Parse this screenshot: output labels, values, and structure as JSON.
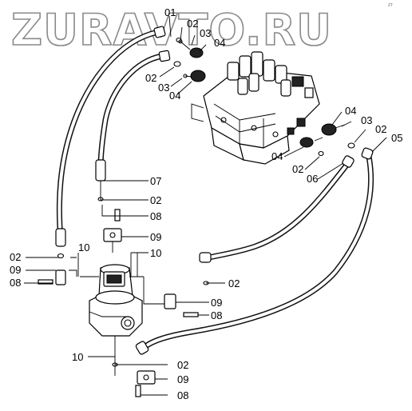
{
  "watermark": "ZURAVTO.RU",
  "corner_mark": "ZT",
  "callouts": {
    "top_01": "01",
    "top_02": "02",
    "top_03": "03",
    "top_04": "04",
    "left_02": "02",
    "left_03": "03",
    "left_04": "04",
    "right_04": "04",
    "right_03": "03",
    "right_02": "02",
    "right_05": "05",
    "mid_04": "04",
    "mid_02": "02",
    "mid_06": "06",
    "c_07": "07",
    "c_02": "02",
    "c_08": "08",
    "c_09": "09",
    "c_10": "10",
    "l_02": "02",
    "l_10": "10",
    "l_09": "09",
    "l_08": "08",
    "r_02": "02",
    "r_09": "09",
    "r_08": "08",
    "b_10": "10",
    "b_02": "02",
    "b_09": "09",
    "b_08": "08"
  }
}
